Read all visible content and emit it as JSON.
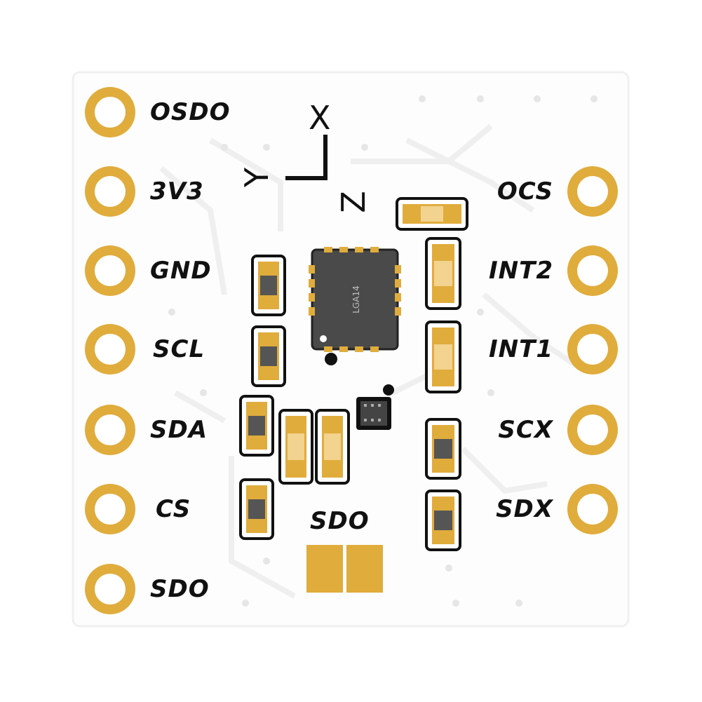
{
  "board": {
    "left_pins": [
      "OSDO",
      "3V3",
      "GND",
      "SCL",
      "SDA",
      "CS",
      "SDO"
    ],
    "right_pins": [
      "OCS",
      "INT2",
      "INT1",
      "SCX",
      "SDX"
    ],
    "jumper_label": "SDO",
    "chip_marking": "LGA14",
    "axes": {
      "x": "X",
      "y": "Y",
      "z": "Z"
    }
  },
  "colors": {
    "pad_gold": "#e0ac3c",
    "board_white": "#fdfdfd",
    "chip_dark": "#4a4a4a",
    "outline": "#111111"
  }
}
